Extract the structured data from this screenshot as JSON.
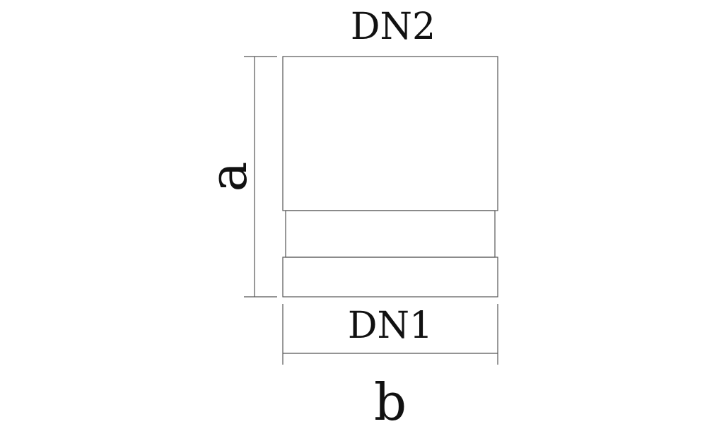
{
  "diagram": {
    "labels": {
      "top_diameter": "DN2",
      "bottom_diameter": "DN1",
      "height_dimension": "a",
      "width_dimension": "b"
    },
    "colors": {
      "stroke": "#555555",
      "text": "#111111",
      "background": "#ffffff"
    }
  }
}
